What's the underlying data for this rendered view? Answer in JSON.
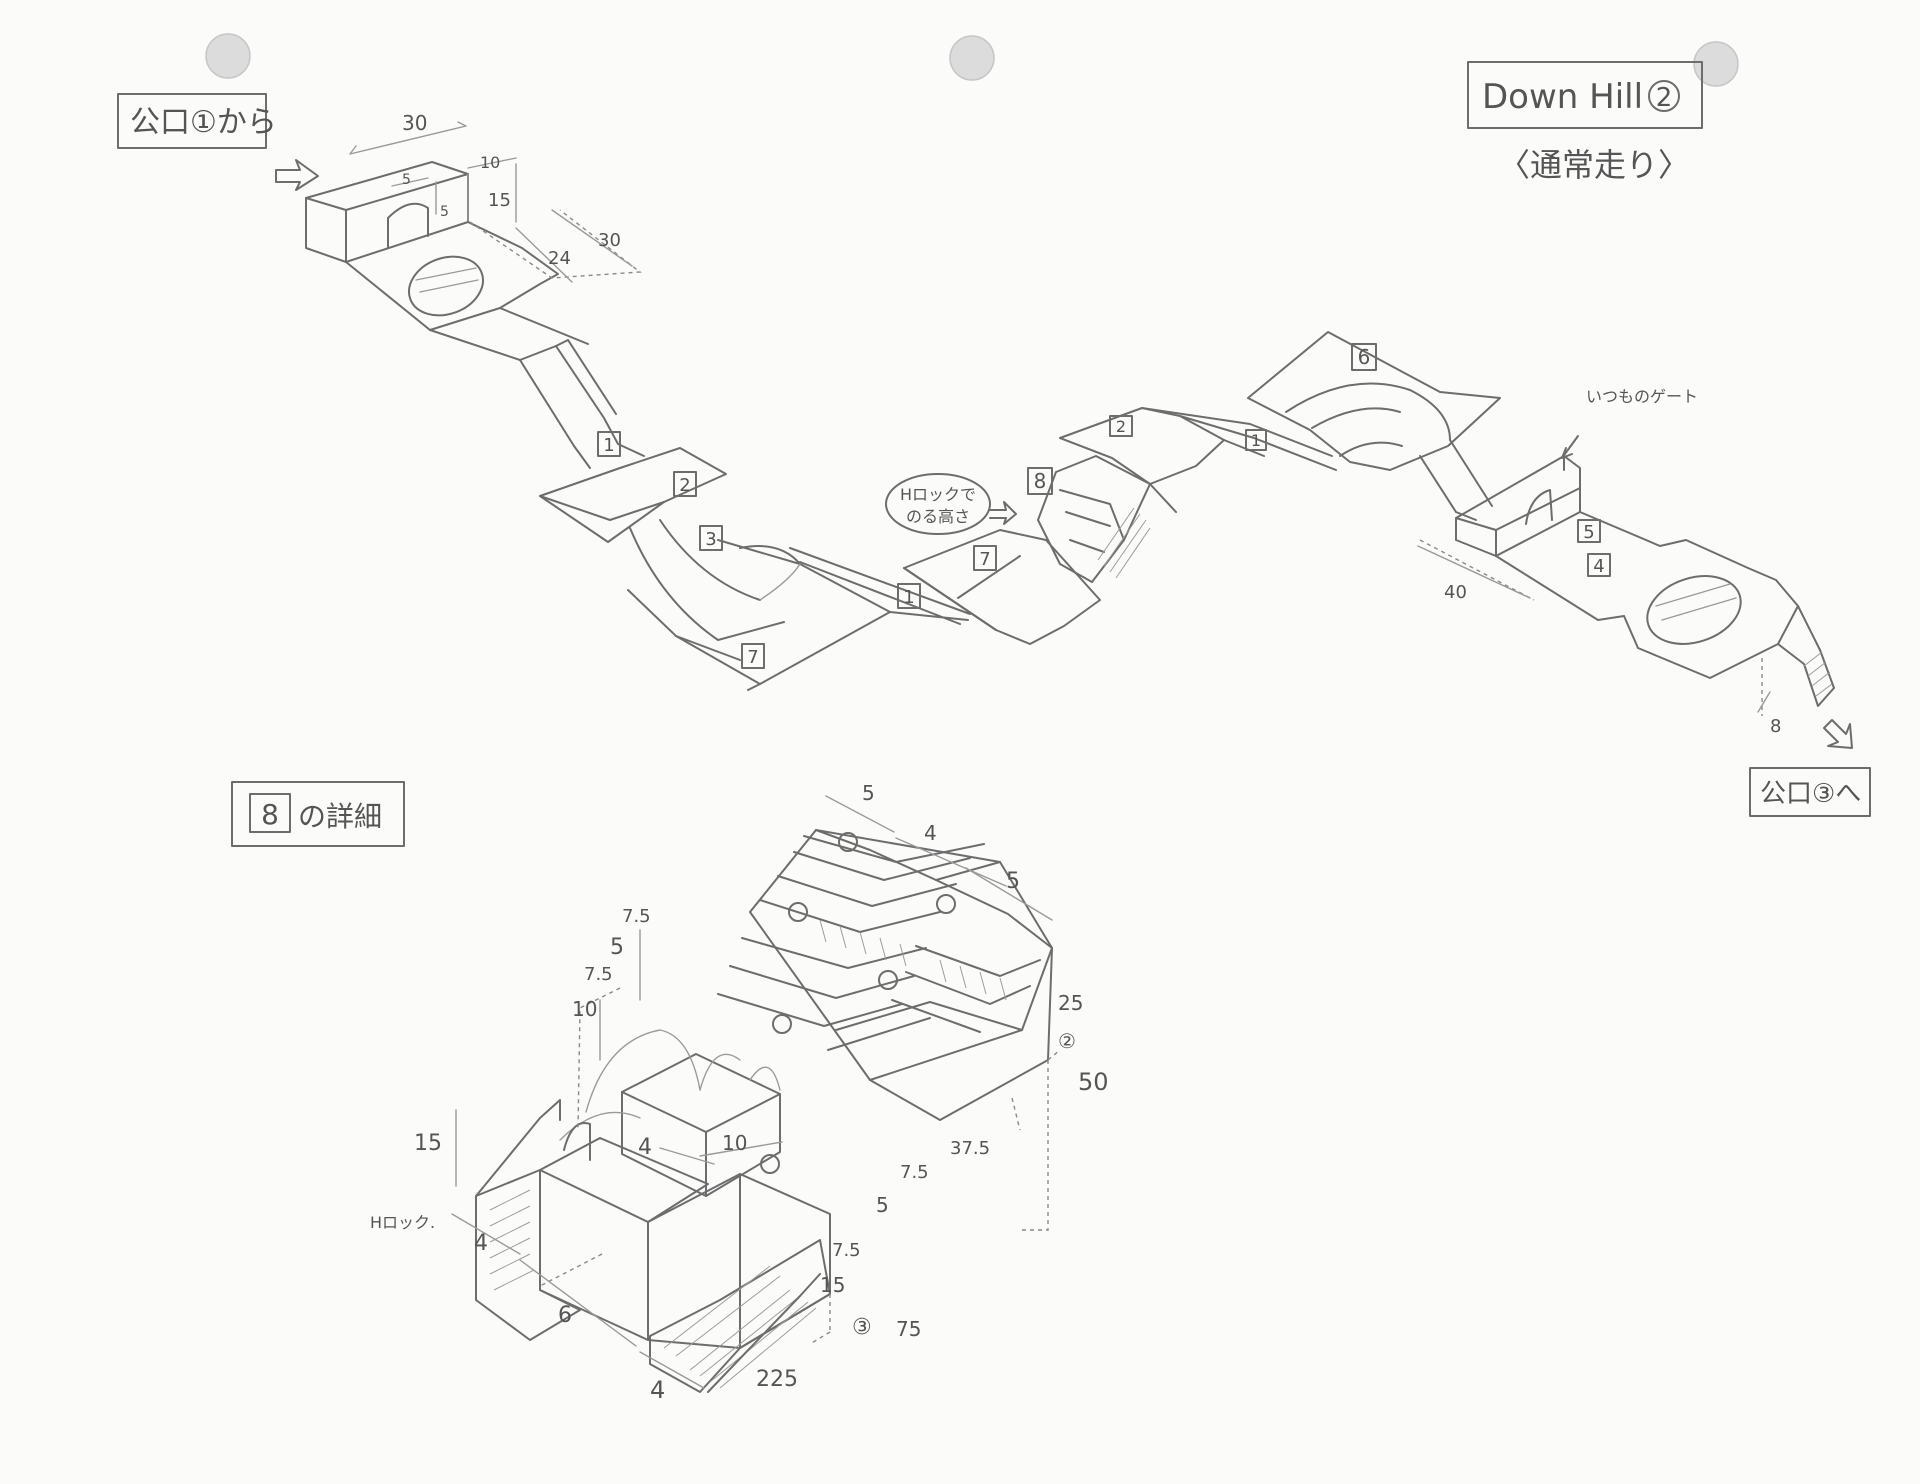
{
  "header": {
    "title": "Down Hill",
    "title_number": "2",
    "subtitle": "〈通常走り〉"
  },
  "labels": {
    "start": "公口①から",
    "start_icon": "arrow-right-icon",
    "end": "公口③へ",
    "end_icon": "arrow-down-right-icon",
    "gate_note": "いつものゲート",
    "rock_note_line1": "Hロックで",
    "rock_note_line2": "のる高さ",
    "rock_label": "Hロック.",
    "detail_title_num": "8",
    "detail_title_text": "の詳細"
  },
  "sections": {
    "s1a": "1",
    "s2a": "2",
    "s3a": "3",
    "s7a": "7",
    "s1b": "1",
    "s7b": "7",
    "s8": "8",
    "s2b": "2",
    "s1c": "1",
    "s6": "6",
    "s5": "5",
    "s4": "4"
  },
  "top_dims": {
    "w30": "30",
    "w5": "5",
    "h5": "5",
    "w10": "10",
    "h15": "15",
    "w24": "24",
    "w30b": "30",
    "w40": "40",
    "h8": "8"
  },
  "detail_dims": {
    "d5a": "5",
    "d4a": "4",
    "d5b": "5",
    "d75a": "7.5",
    "d5c": "5",
    "d75b": "7.5",
    "d10a": "10",
    "d25": "25",
    "c2": "②",
    "d50": "50",
    "d4b": "4",
    "d10b": "10",
    "d375": "37.5",
    "d75c": "7.5",
    "d5d": "5",
    "d75d": "7.5",
    "d15b": "15",
    "c3": "③",
    "d75e": "75",
    "d225": "225",
    "d15a": "15",
    "d4c": "4",
    "d6": "6",
    "d4d": "4"
  }
}
